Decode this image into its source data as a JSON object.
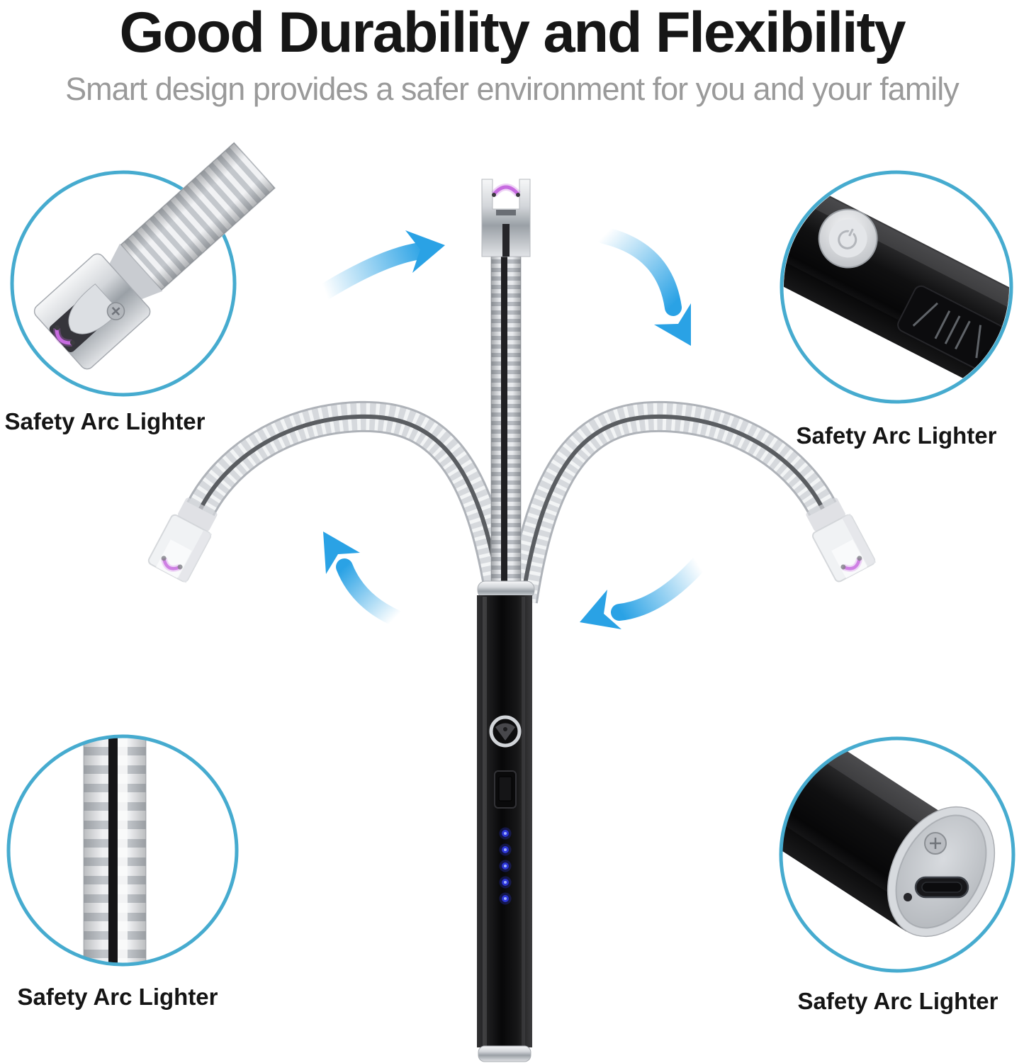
{
  "header": {
    "title": "Good Durability and Flexibility",
    "subtitle": "Smart design provides a safer environment for you and your family"
  },
  "callouts": [
    {
      "id": "head-detail",
      "label": "Safety Arc Lighter"
    },
    {
      "id": "power-button-detail",
      "label": "Safety Arc Lighter"
    },
    {
      "id": "flexible-neck-detail",
      "label": "Safety Arc Lighter"
    },
    {
      "id": "charging-base-detail",
      "label": "Safety Arc Lighter"
    }
  ],
  "colors": {
    "circle_border": "#46abcf",
    "arrow_blue": "#2aa2e5",
    "arc_purple": "#c76be0",
    "led_blue": "#2b35d6"
  }
}
